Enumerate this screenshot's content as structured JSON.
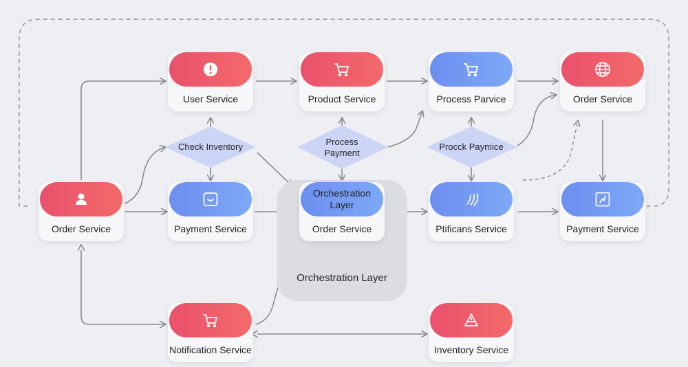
{
  "nodes": {
    "user_service": {
      "label": "User Service",
      "icon": "alert-icon",
      "color": "red"
    },
    "product_service": {
      "label": "Product Service",
      "icon": "cart-icon",
      "color": "red"
    },
    "process_parvice": {
      "label": "Process Parvice",
      "icon": "cart-icon",
      "color": "blue"
    },
    "order_service_top": {
      "label": "Order Service",
      "icon": "globe-icon",
      "color": "red"
    },
    "order_service_left": {
      "label": "Order Service",
      "icon": "user-icon",
      "color": "red"
    },
    "payment_service_mid": {
      "label": "Payment Service",
      "icon": "inbox-icon",
      "color": "blue"
    },
    "orchestration_center": {
      "title": "Orchestration Layer",
      "label": "Order Service",
      "color": "blue"
    },
    "ptificans_service": {
      "label": "Ptificans Service",
      "icon": "signal-icon",
      "color": "blue"
    },
    "payment_service_right": {
      "label": "Payment Service",
      "icon": "chart-icon",
      "color": "blue"
    },
    "notification_service": {
      "label": "Notification Service",
      "icon": "cart-icon",
      "color": "red"
    },
    "inventory_service": {
      "label": "Inventory Service",
      "icon": "warning-icon",
      "color": "red"
    }
  },
  "decisions": {
    "check_inventory": "Check Inventory",
    "process_payment": "Process Payment",
    "procck_paymice": "Procck Paymice"
  },
  "orchestration_layer_label": "Orchestration Layer",
  "colors": {
    "red": "#ee5a6c",
    "blue": "#7296f2",
    "diamond": "#cdd5f6",
    "wire": "#8a8a8a"
  }
}
